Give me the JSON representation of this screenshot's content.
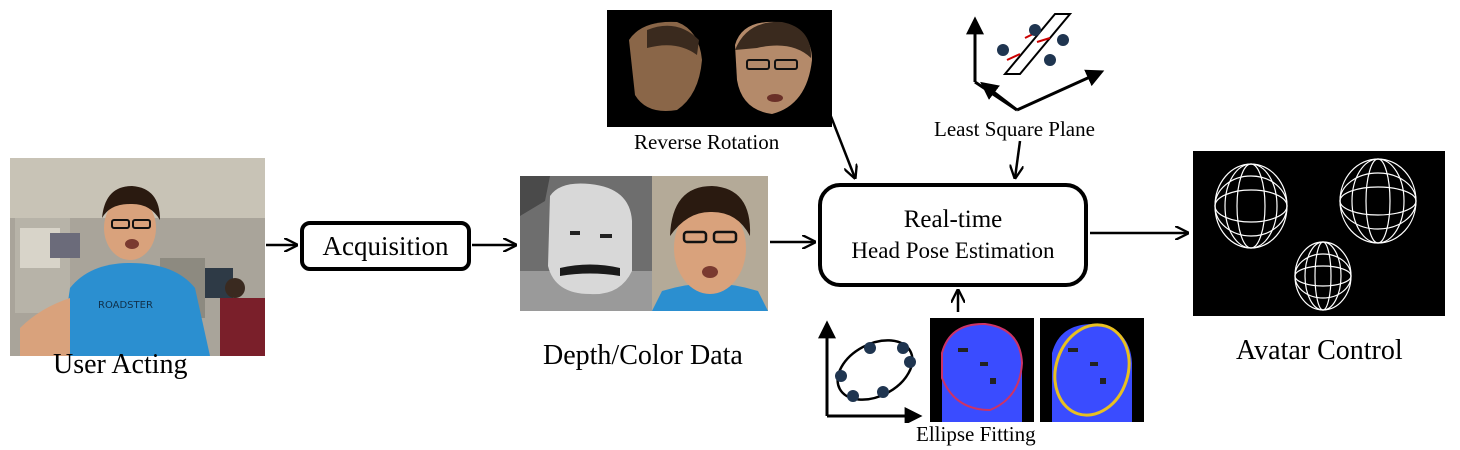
{
  "labels": {
    "user_acting": "User Acting",
    "acquisition": "Acquisition",
    "depth_color": "Depth/Color Data",
    "reverse_rotation": "Reverse Rotation",
    "least_square": "Least Square Plane",
    "realtime_line1": "Real-time",
    "realtime_line2": "Head Pose Estimation",
    "avatar_control": "Avatar Control",
    "ellipse_fitting": "Ellipse Fitting"
  },
  "colors": {
    "depth_gray": "#888888",
    "skin": "#d9a27c",
    "hair": "#2a1a10",
    "shirt": "#2b8fd0",
    "depth_blue": "#3a4cff",
    "fit_ellipse": "#e8c020",
    "contour": "#cc3366",
    "dot": "#1f3550"
  }
}
